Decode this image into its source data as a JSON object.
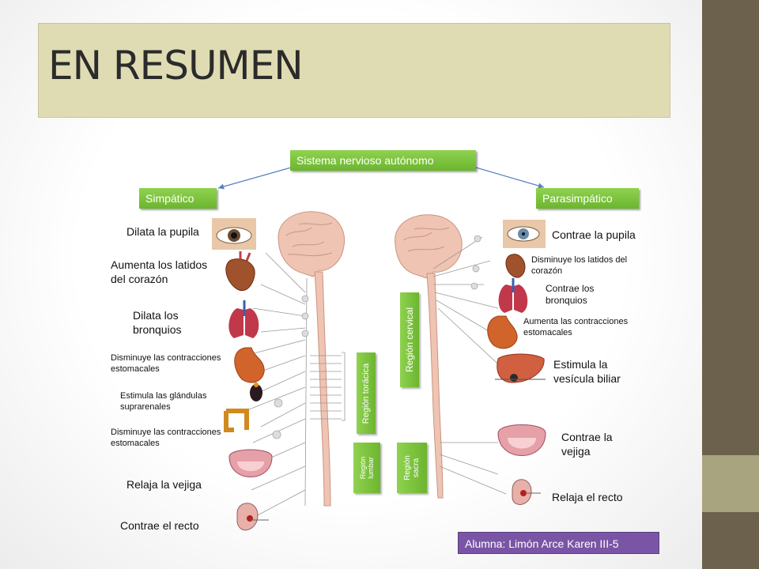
{
  "slide": {
    "title": "EN RESUMEN",
    "colors": {
      "title_bg": "#dfdcb3",
      "sidebar": "#6b614c",
      "sidebar_accent": "#a9a480",
      "node_green": "#7cc43e",
      "credit_bg": "#7a55a6"
    }
  },
  "diagram": {
    "root": "Sistema nervioso autónomo",
    "left_branch": "Simpático",
    "right_branch": "Parasimpático",
    "regions": {
      "cervical": "Región cervical",
      "toracica": "Región torácica",
      "lumbar": "Región lumbar",
      "sacra": "Región sacra"
    },
    "sympathetic_effects": [
      "Dilata la pupila",
      "Aumenta los latidos del corazón",
      "Dilata los bronquios",
      "Disminuye las contracciones estomacales",
      "Estimula las glándulas suprarenales",
      "Disminuye las contracciones estomacales",
      "Relaja la vejiga",
      "Contrae el recto"
    ],
    "parasympathetic_effects": [
      "Contrae la pupila",
      "Disminuye los latidos del corazón",
      "Contrae los bronquios",
      "Aumenta las contracciones estomacales",
      "Estimula la vesícula biliar",
      "Contrae la vejiga",
      "Relaja el recto"
    ],
    "organ_icons": [
      "eye-icon",
      "heart-icon",
      "lungs-icon",
      "stomach-icon",
      "kidney-icon",
      "intestine-icon",
      "bladder-icon",
      "rectum-icon",
      "liver-icon"
    ]
  },
  "credit": "Alumna: Limón Arce Karen  III-5"
}
